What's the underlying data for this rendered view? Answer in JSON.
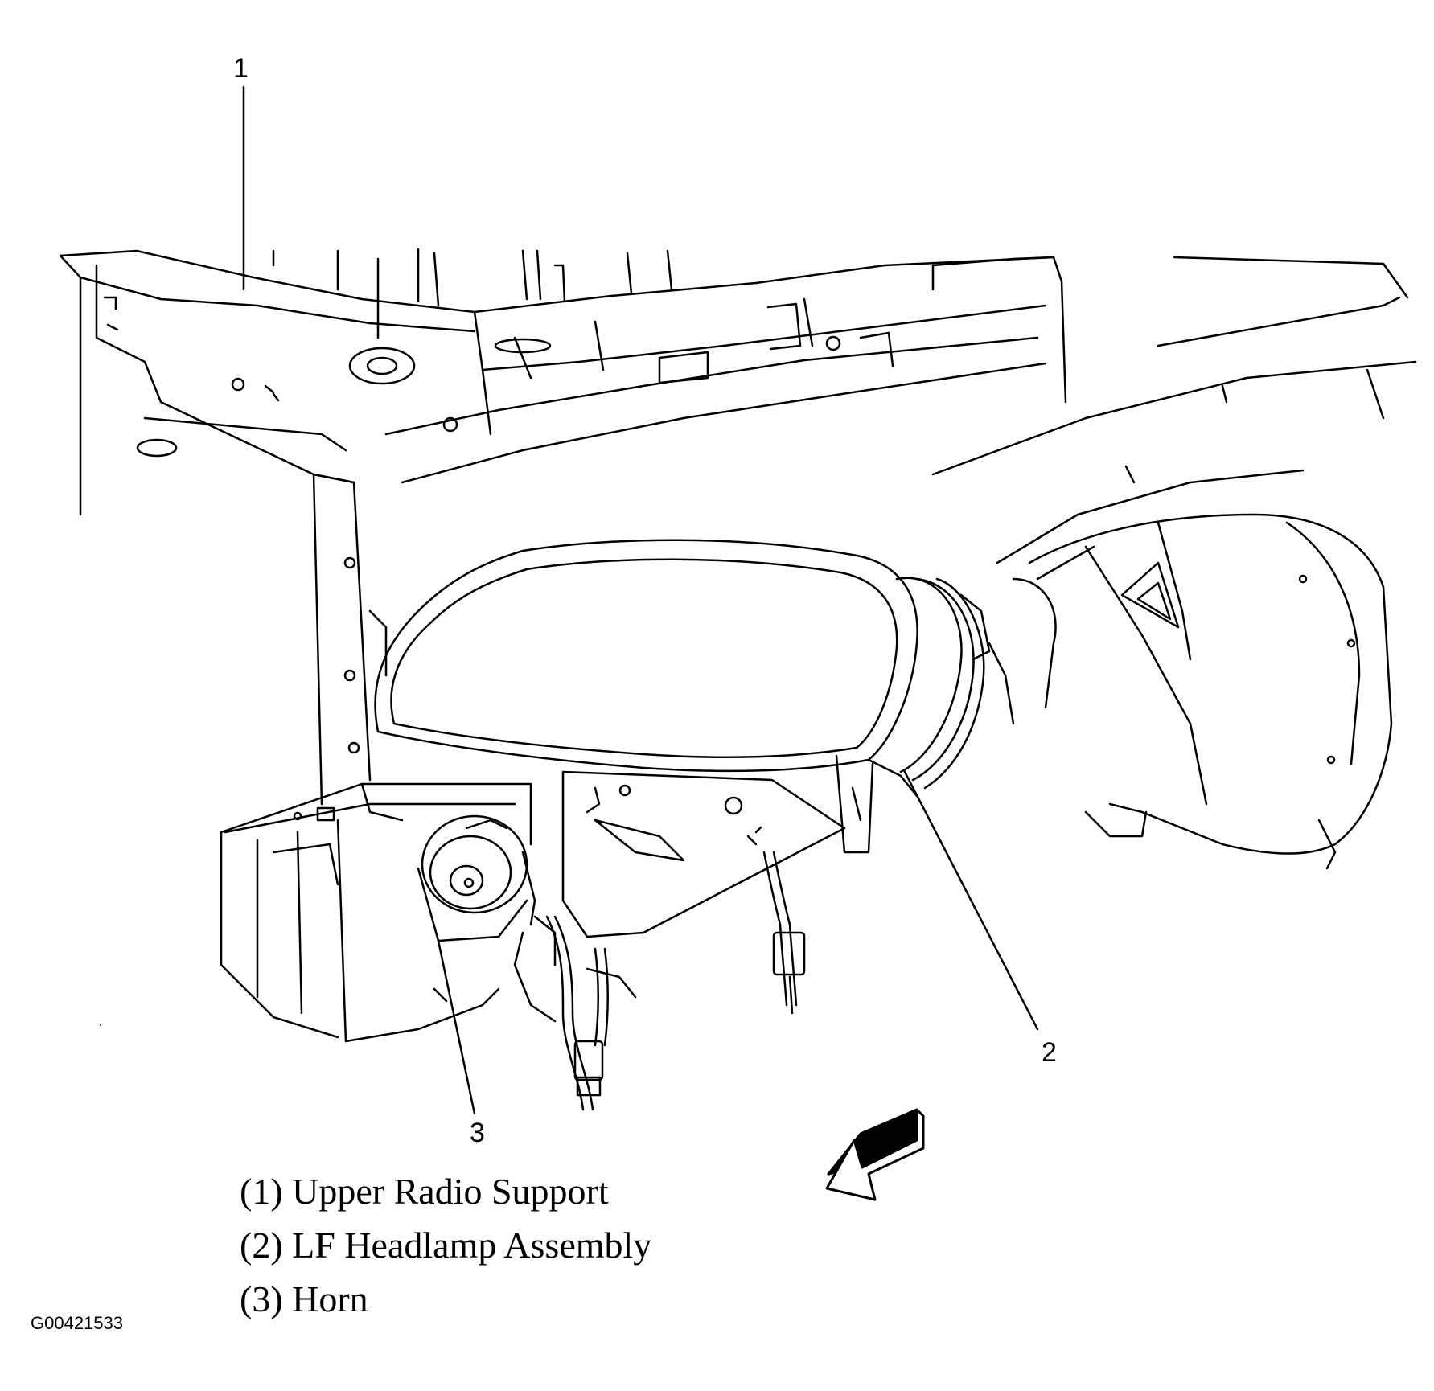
{
  "callouts": [
    {
      "number": "1"
    },
    {
      "number": "2"
    },
    {
      "number": "3"
    }
  ],
  "legend": [
    {
      "text": "(1) Upper Radio Support"
    },
    {
      "text": "(2) LF Headlamp Assembly"
    },
    {
      "text": "(3) Horn"
    }
  ],
  "figure_id": "G00421533",
  "colors": {
    "ink": "#000000",
    "paper": "#ffffff"
  },
  "icons": {
    "direction_arrow": "forward-direction-arrow-icon"
  }
}
